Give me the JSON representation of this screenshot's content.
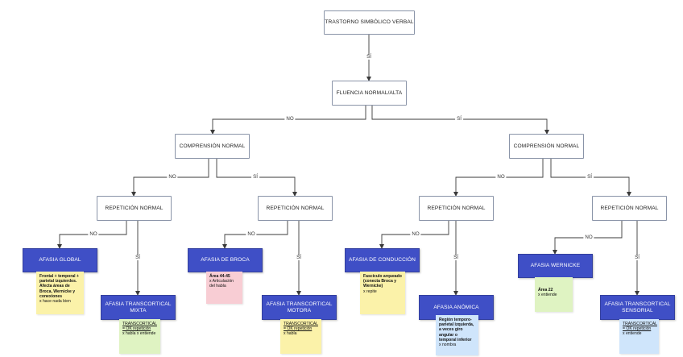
{
  "nodes": {
    "root": "TRASTORNO SIMBÓLICO VERBAL",
    "fluencia": "FLUENCIA NORMAL/ALTA",
    "comp_left": "COMPRENSIÓN NORMAL",
    "comp_right": "COMPRENSIÓN NORMAL",
    "rep_1": "REPETICIÓN NORMAL",
    "rep_2": "REPETICIÓN NORMAL",
    "rep_3": "REPETICIÓN NORMAL",
    "rep_4": "REPETICIÓN NORMAL",
    "global": "AFASIA GLOBAL",
    "transcortical_mixta": "AFASIA TRANSCORTICAL MIXTA",
    "broca": "AFASIA DE BROCA",
    "transcortical_motora": "AFASIA TRANSCORTICAL MOTORA",
    "conduccion": "AFASIA DE CONDUCCIÓN",
    "anomica": "AFASIA ANÓMICA",
    "wernicke": "AFASIA WERNICKE",
    "transcortical_sensorial": "AFASIA TRANSCORTICAL SENSORIAL"
  },
  "edge_labels": {
    "si": "SÍ",
    "no": "NO"
  },
  "notes": {
    "global": {
      "bold": "Frontal + temporal + parietal izquierdos. Afecta áreas de Broca, Wernicke y conexiones",
      "text": "x hace nada bien"
    },
    "broca": {
      "bold": "Área 44-45",
      "text": "x Articulación del habla"
    },
    "transcortical_mixta": {
      "underline": "TRANSCORTICAL = OK repetición",
      "text": "x habla x entiende"
    },
    "transcortical_motora": {
      "underline": "TRANSCORTICAL = OK repetición",
      "text": "x habla"
    },
    "conduccion": {
      "bold": "Fascículo arqueado (conecta Broca y Wernicke)",
      "text": "x repite"
    },
    "anomica": {
      "bold": "Región temporo-parietal izquierda, a veces giro angular o temporal inferior",
      "text": "x nombra"
    },
    "wernicke": {
      "bold": "Área 22",
      "text": "x entiende"
    },
    "transcortical_sensorial": {
      "underline": "TRANSCORTICAL = OK repetición",
      "text": "x entiende"
    }
  },
  "colors": {
    "line": "#3a3a3a",
    "node_border": "#8a94a8",
    "result_fill": "#3f4fc6",
    "note_yellow": "#fbf2a9",
    "note_pink": "#f8cdd4",
    "note_green": "#dff3c2",
    "note_blue": "#cfe5fb"
  }
}
